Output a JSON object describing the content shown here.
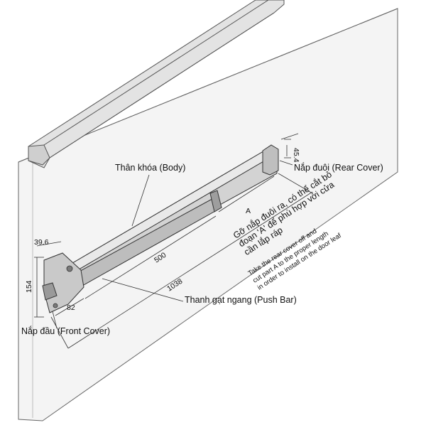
{
  "labels": {
    "body": "Thân khóa (Body)",
    "rear_cover": "Nắp đuôi (Rear Cover)",
    "push_bar": "Thanh gạt ngang (Push Bar)",
    "front_cover": "Nắp đầu (Front Cover)"
  },
  "dimensions": {
    "rear_width": "45.4",
    "head_width": "39.6",
    "head_height": "154",
    "head_depth": "82",
    "bar_500": "500",
    "bar_1038": "1038",
    "cut_a": "A"
  },
  "note_vi": [
    "Gỡ nắp đuôi ra, có thể cắt bỏ",
    "đoạn 'A' để phù hợp với cửa",
    "cần lắp ráp"
  ],
  "note_en": [
    "Take the rear cover off and",
    "cut part A to the  proper length",
    "in order to install on the door leaf"
  ],
  "colors": {
    "line": "#333333",
    "bar_fill": "#c9c9c9",
    "body_fill": "#d6d6d6",
    "door_fill": "#f2f2f2",
    "rail_fill": "#e7e7e7"
  }
}
